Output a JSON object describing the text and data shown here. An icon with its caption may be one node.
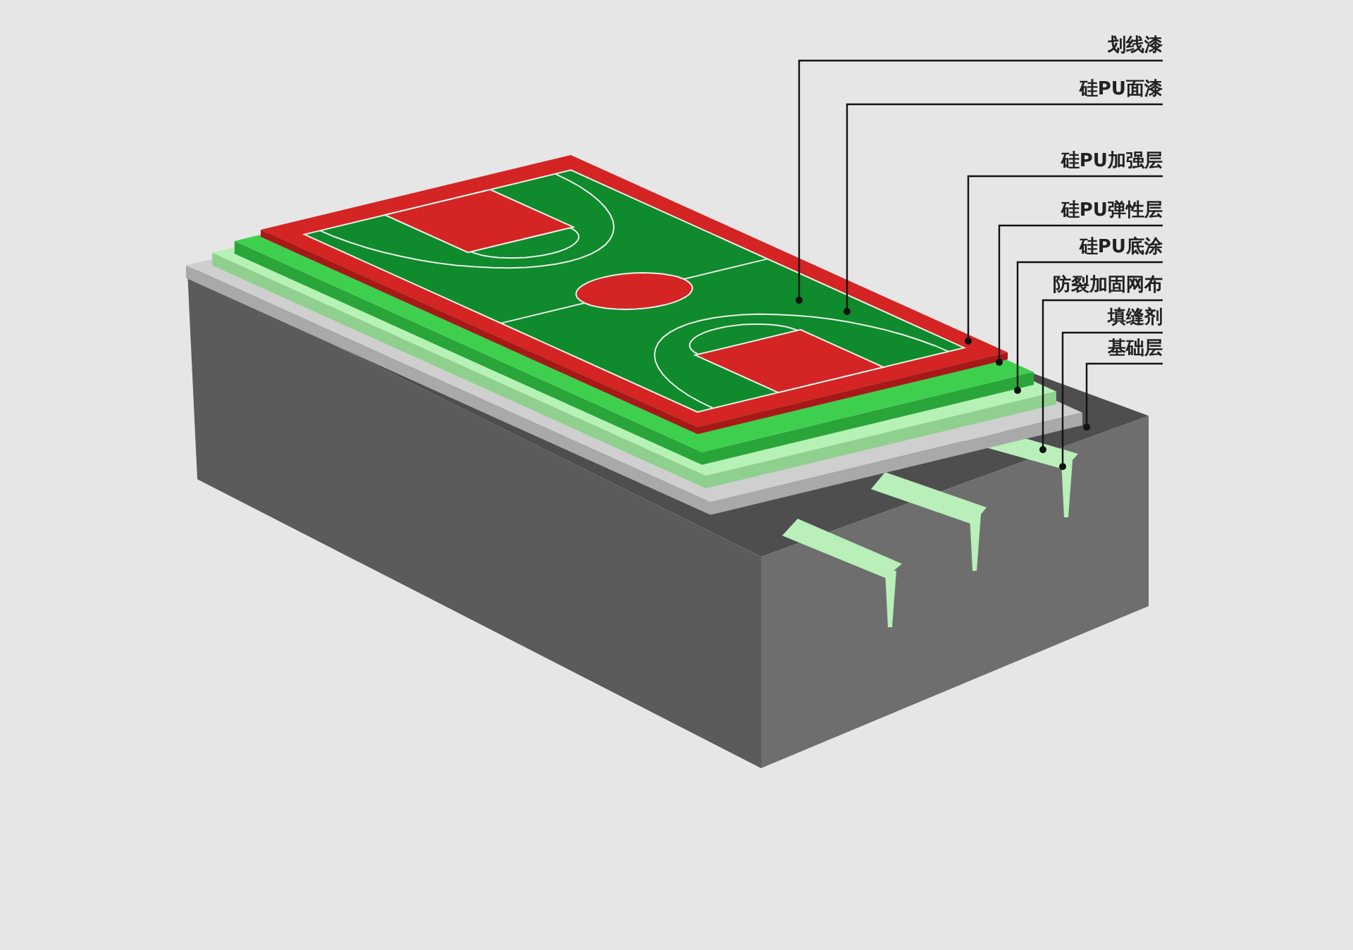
{
  "diagram": {
    "nodes": [
      {
        "text": [
          "划线漆"
        ]
      },
      {
        "text": [
          "硅PU面漆"
        ]
      },
      {
        "text": [
          "硅PU加强层"
        ]
      },
      {
        "text": [
          "硅PU弹性层"
        ]
      },
      {
        "text": [
          "硅PU底涂"
        ]
      },
      {
        "text": [
          "防裂加固网布"
        ]
      },
      {
        "text": [
          "填缝剂"
        ]
      },
      {
        "text": [
          "基础层"
        ]
      }
    ],
    "edges": [
      {
        "from": 0,
        "to": null,
        "arrow": "other"
      },
      {
        "from": 1,
        "to": null,
        "arrow": "other"
      },
      {
        "from": 2,
        "to": null,
        "arrow": "other"
      },
      {
        "from": 3,
        "to": null,
        "arrow": "other"
      },
      {
        "from": 4,
        "to": null,
        "arrow": "other"
      },
      {
        "from": 5,
        "to": null,
        "arrow": "other"
      },
      {
        "from": 6,
        "to": null,
        "arrow": "other"
      },
      {
        "from": 7,
        "to": null,
        "arrow": "other"
      }
    ]
  }
}
